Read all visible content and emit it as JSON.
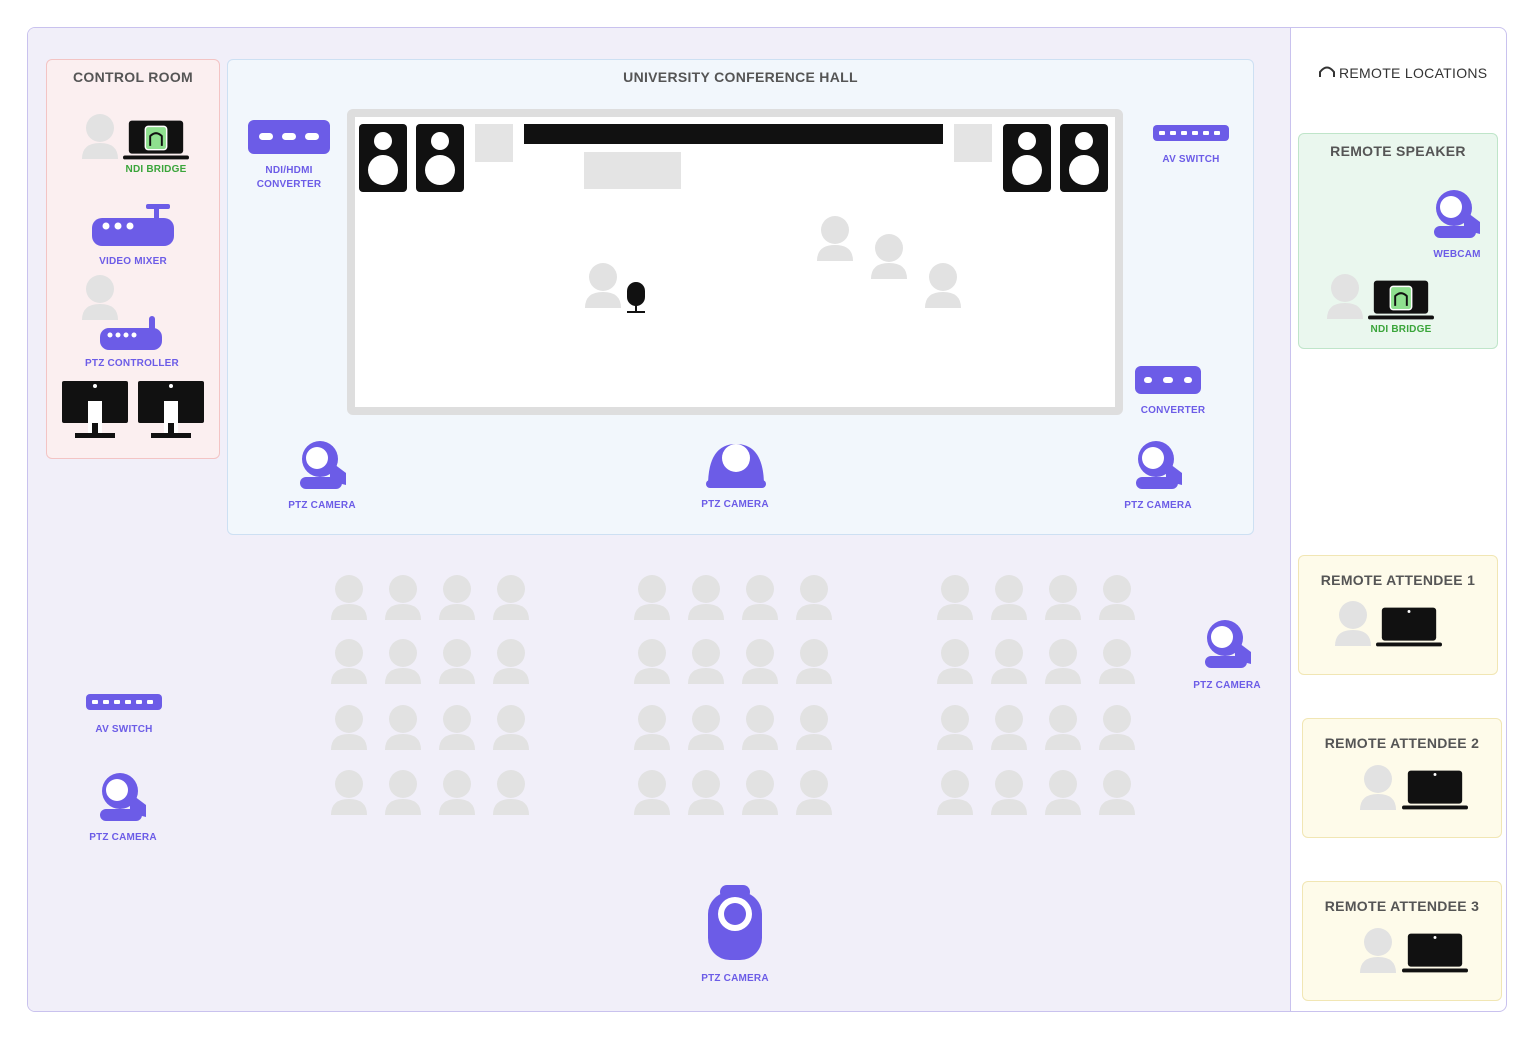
{
  "colors": {
    "accent": "#6c5ce7",
    "bridge_label": "#3aa53a"
  },
  "control_room": {
    "title": "CONTROL ROOM",
    "ndi_bridge_label": "NDI BRIDGE",
    "video_mixer_label": "VIDEO MIXER",
    "ptz_controller_label": "PTZ CONTROLLER"
  },
  "hall": {
    "title": "UNIVERSITY CONFERENCE HALL",
    "ndi_hdmi_line1": "NDI/HDMI",
    "ndi_hdmi_line2": "CONVERTER",
    "av_switch_label": "AV SWITCH",
    "converter_label": "CONVERTER",
    "cam_left_label": "PTZ CAMERA",
    "cam_center_label": "PTZ CAMERA",
    "cam_right_label": "PTZ CAMERA"
  },
  "venue": {
    "av_switch_label": "AV SWITCH",
    "cam_left_label": "PTZ CAMERA",
    "cam_right_label": "PTZ CAMERA",
    "cam_bottom_label": "PTZ CAMERA"
  },
  "remote": {
    "title": "REMOTE LOCATIONS",
    "speaker": {
      "title": "REMOTE SPEAKER",
      "webcam_label": "WEBCAM",
      "ndi_bridge_label": "NDI BRIDGE"
    },
    "attendee1": {
      "title": "REMOTE ATTENDEE 1"
    },
    "attendee2": {
      "title": "REMOTE ATTENDEE 2"
    },
    "attendee3": {
      "title": "REMOTE ATTENDEE 3"
    }
  }
}
